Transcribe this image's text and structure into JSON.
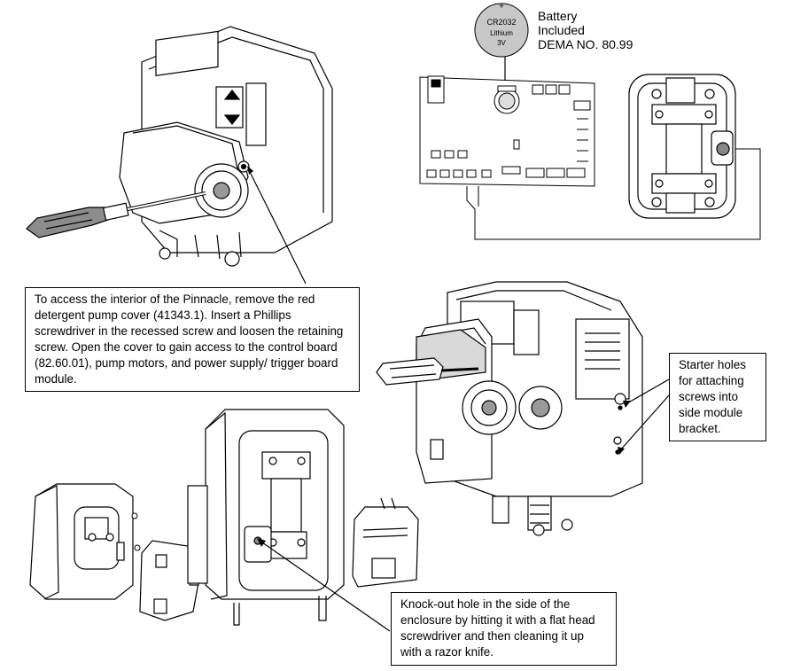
{
  "battery": {
    "coin_text": [
      "CR2032",
      "Lithium",
      "3V"
    ],
    "coin_plus": "+",
    "label_lines": [
      "Battery",
      "Included",
      "DEMA NO. 80.99"
    ]
  },
  "callouts": {
    "access_interior": "To access the interior of the Pinnacle, remove the red detergent pump cover (41343.1). Insert a Phillips screwdriver in the recessed screw and loosen the retaining screw. Open the cover to gain access to the control board (82.60.01), pump motors, and power supply/ trigger board module.",
    "starter_holes": "Starter holes for attaching screws into side module bracket.",
    "knockout_hole": "Knock-out hole in the side of the enclosure by hitting it with a flat head screwdriver and then cleaning it up with a razor knife."
  },
  "colors": {
    "line": "#000000",
    "fill_light": "#f2f2f2",
    "fill_mid": "#d9d9d9",
    "fill_dark": "#8c8c8c",
    "coin": "#c8c8c8"
  },
  "icons": [
    "coin-battery-icon",
    "screwdriver-icon",
    "pump-unit-icon",
    "control-board-icon",
    "side-module-icon",
    "bracket-icon"
  ]
}
